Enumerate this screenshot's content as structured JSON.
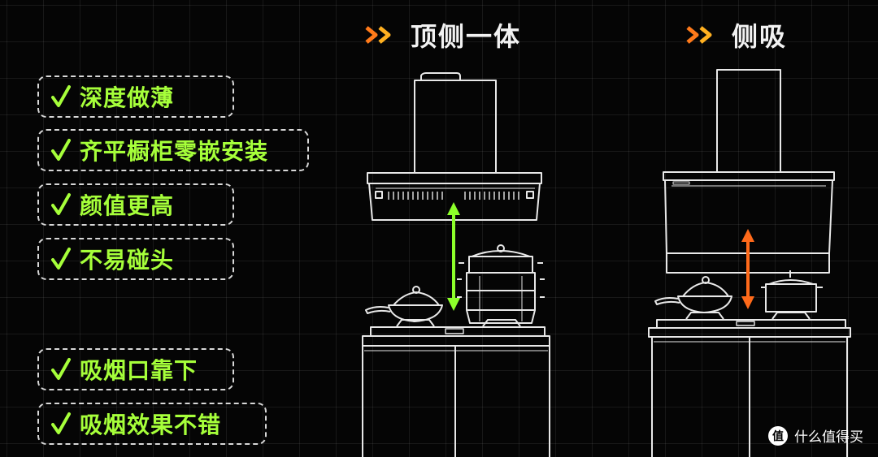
{
  "features": [
    {
      "label": "深度做薄"
    },
    {
      "label": "齐平橱柜零嵌安装"
    },
    {
      "label": "颜值更高"
    },
    {
      "label": "不易碰头"
    },
    {
      "label": "吸烟口靠下"
    },
    {
      "label": "吸烟效果不错"
    }
  ],
  "left_panel": {
    "title": "顶侧一体"
  },
  "right_panel": {
    "title": "侧吸"
  },
  "watermark": {
    "badge": "值",
    "text": "什么值得买"
  },
  "colors": {
    "feature_text": "#a6ff3a",
    "left_arrow": "#8cff2a",
    "right_arrow": "#ff6a1a",
    "chevron": "#ff7a1a",
    "line": "#e8e8e8"
  },
  "icons": {
    "check": "check-icon",
    "chevrons": "double-chevron-icon",
    "height_arrow": "double-arrow-icon"
  }
}
